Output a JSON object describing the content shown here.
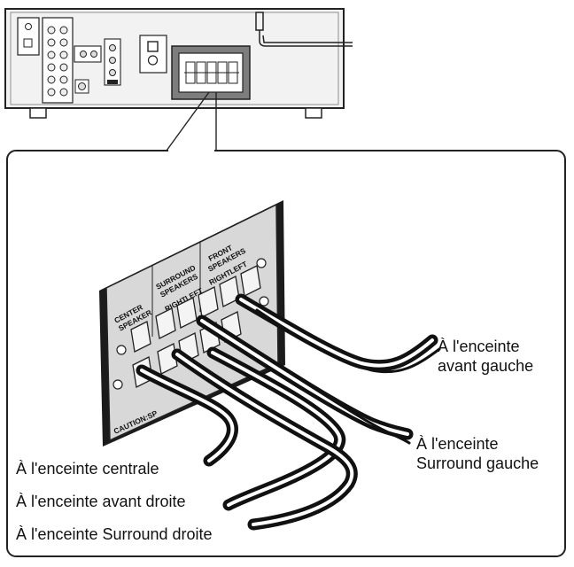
{
  "panel": {
    "center_line1": "CENTER",
    "center_line2": "SPEAKER",
    "surround_line1": "SURROUND",
    "surround_line2": "SPEAKERS",
    "front_line1": "FRONT",
    "front_line2": "SPEAKERS",
    "right": "RIGHT",
    "left": "LEFT",
    "caution": "CAUTION:SP"
  },
  "labels": {
    "front_left": [
      "À l'enceinte",
      "avant gauche"
    ],
    "surround_left": [
      "À l'enceinte",
      "Surround gauche"
    ],
    "center": "À l'enceinte centrale",
    "front_right": "À l'enceinte avant droite",
    "surround_right": "À l'enceinte Surround droite"
  }
}
